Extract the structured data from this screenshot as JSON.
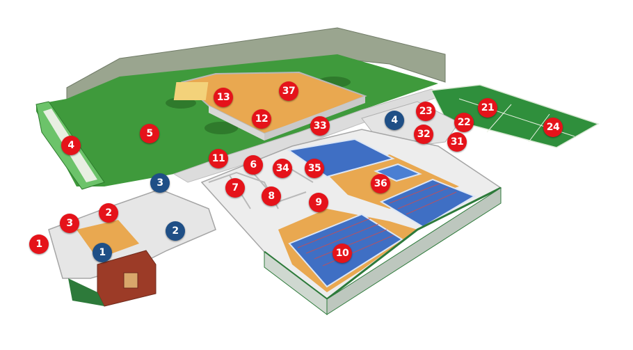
{
  "colors": {
    "red_marker": "#e5131a",
    "blue_marker": "#1f4f86",
    "lawn": "#3f9a3c",
    "pool_water": "#3f6fc4",
    "wood_floor": "#e9a850",
    "tennis_court": "#2f8f3c",
    "fence": "#8f9a86",
    "brick_entrance": "#9c3b27"
  },
  "red_markers": [
    {
      "id": "r1",
      "label": "1"
    },
    {
      "id": "r2",
      "label": "2"
    },
    {
      "id": "r3",
      "label": "3"
    },
    {
      "id": "r4",
      "label": "4"
    },
    {
      "id": "r5",
      "label": "5"
    },
    {
      "id": "r6",
      "label": "6"
    },
    {
      "id": "r7",
      "label": "7"
    },
    {
      "id": "r8",
      "label": "8"
    },
    {
      "id": "r9",
      "label": "9"
    },
    {
      "id": "r10",
      "label": "10"
    },
    {
      "id": "r11",
      "label": "11"
    },
    {
      "id": "r12",
      "label": "12"
    },
    {
      "id": "r13",
      "label": "13"
    },
    {
      "id": "r21",
      "label": "21"
    },
    {
      "id": "r22",
      "label": "22"
    },
    {
      "id": "r23",
      "label": "23"
    },
    {
      "id": "r24",
      "label": "24"
    },
    {
      "id": "r31",
      "label": "31"
    },
    {
      "id": "r32",
      "label": "32"
    },
    {
      "id": "r33",
      "label": "33"
    },
    {
      "id": "r34",
      "label": "34"
    },
    {
      "id": "r35",
      "label": "35"
    },
    {
      "id": "r36",
      "label": "36"
    },
    {
      "id": "r37",
      "label": "37"
    }
  ],
  "blue_markers": [
    {
      "id": "b1",
      "label": "1"
    },
    {
      "id": "b2",
      "label": "2"
    },
    {
      "id": "b3",
      "label": "3"
    },
    {
      "id": "b4",
      "label": "4"
    }
  ]
}
